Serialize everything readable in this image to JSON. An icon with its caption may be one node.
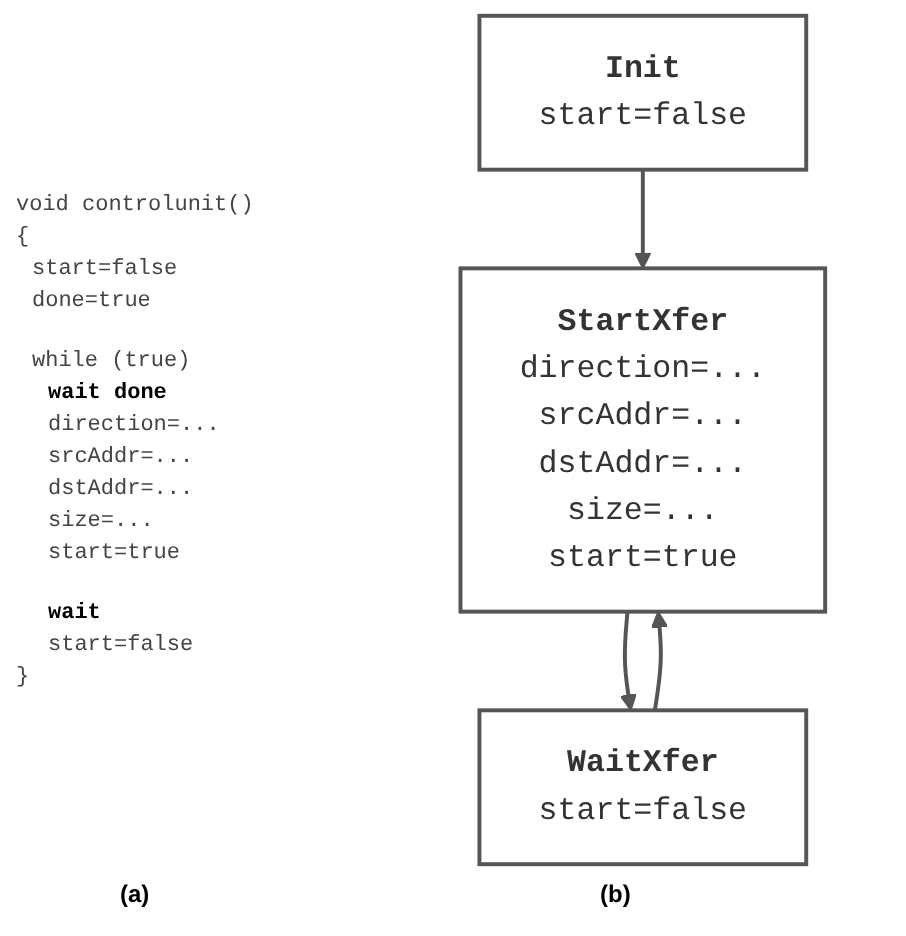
{
  "diagram": {
    "nodes": [
      {
        "text": [
          "Init",
          "start=false"
        ]
      },
      {
        "text": [
          "StartXfer",
          "direction=...",
          "srcAddr=...",
          "dstAddr=...",
          "size=...",
          "start=true"
        ]
      },
      {
        "text": [
          "WaitXfer",
          "start=false"
        ]
      }
    ],
    "edges": [
      {
        "from": 0,
        "to": 1,
        "arrow": "to"
      },
      {
        "from": 1,
        "to": 2,
        "arrow": "to"
      },
      {
        "from": 2,
        "to": 1,
        "arrow": "to"
      }
    ],
    "labels": [
      "void controlunit()",
      "{",
      "start=false",
      "done=true",
      "while (true)",
      "wait done",
      "direction=...",
      "srcAddr=...",
      "dstAddr=...",
      "size=...",
      "start=true",
      "wait",
      "start=false",
      "}",
      "(a)",
      "(b)"
    ]
  }
}
